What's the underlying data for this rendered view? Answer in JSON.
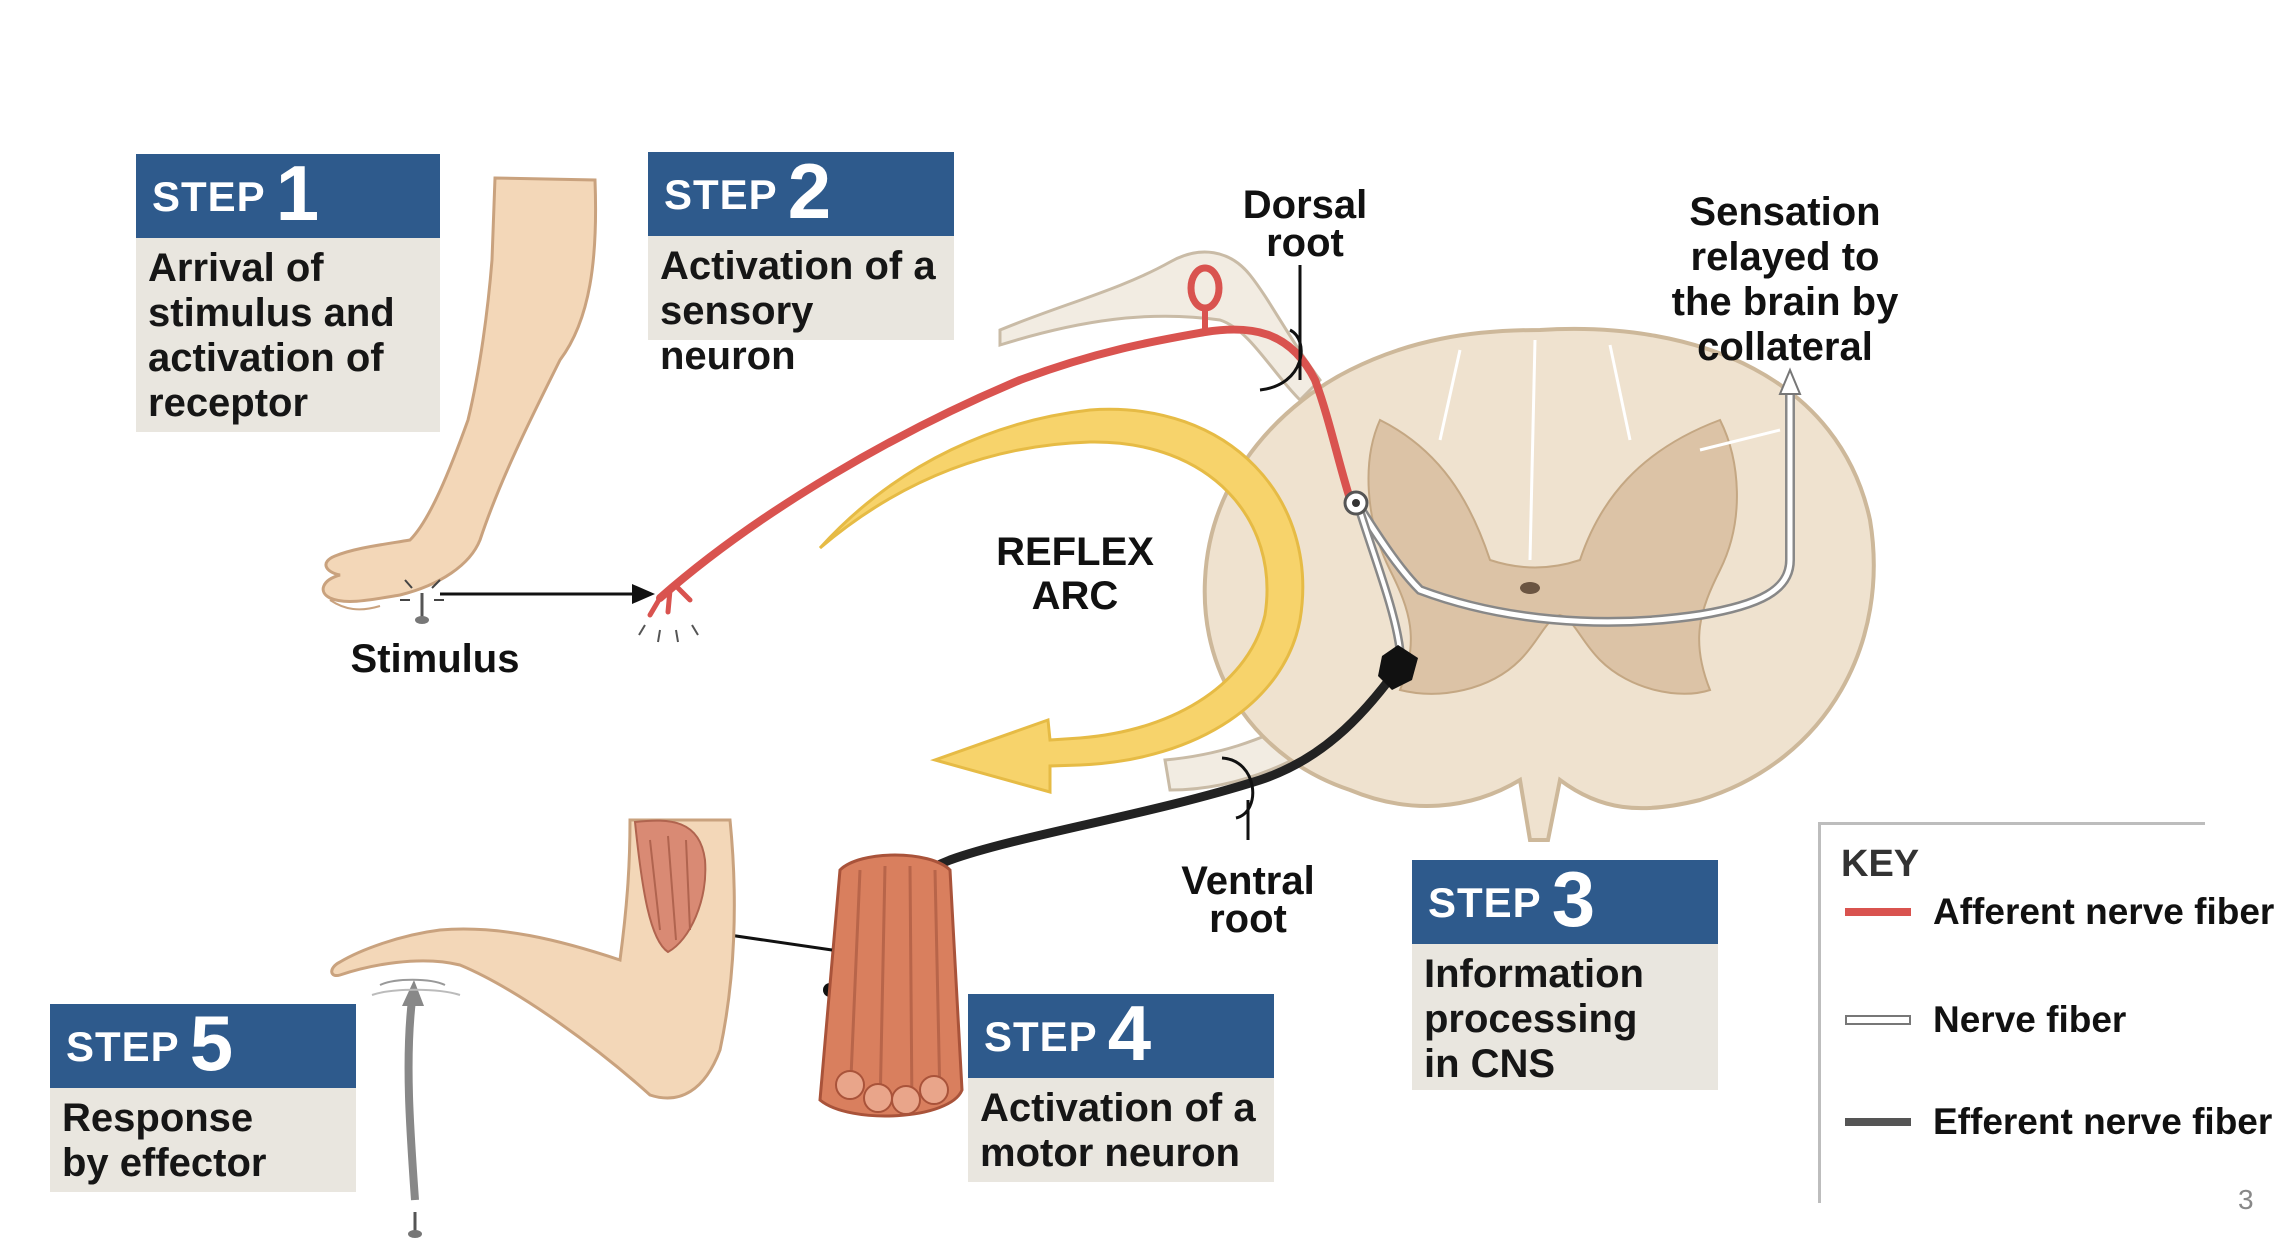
{
  "steps": [
    {
      "word": "STEP",
      "number": "1",
      "text": "Arrival of\nstimulus and\nactivation of\nreceptor"
    },
    {
      "word": "STEP",
      "number": "2",
      "text": "Activation of a\nsensory neuron"
    },
    {
      "word": "STEP",
      "number": "3",
      "text": "Information\nprocessing\nin CNS"
    },
    {
      "word": "STEP",
      "number": "4",
      "text": "Activation of a\nmotor neuron"
    },
    {
      "word": "STEP",
      "number": "5",
      "text": "Response\nby effector"
    }
  ],
  "labels": {
    "dorsal_root": "Dorsal\nroot",
    "ventral_root": "Ventral\nroot",
    "sensation": "Sensation\nrelayed to\nthe brain by\ncollateral",
    "reflex_arc": "REFLEX\nARC",
    "stimulus": "Stimulus"
  },
  "key": {
    "title": "KEY",
    "items": [
      {
        "label": "Afferent nerve fiber",
        "color": "#d9534f",
        "style": "solid"
      },
      {
        "label": "Nerve fiber",
        "color": "#ffffff",
        "style": "outline"
      },
      {
        "label": "Efferent nerve fiber",
        "color": "#555555",
        "style": "solid"
      }
    ]
  },
  "page_number": "3",
  "colors": {
    "step_header": "#2e5a8c",
    "step_body": "#e9e6df",
    "afferent": "#d9534f",
    "efferent": "#222222",
    "arc_arrow": "#f7d36b",
    "skin": "#f3d7b8",
    "cord": "#efe2cf"
  }
}
